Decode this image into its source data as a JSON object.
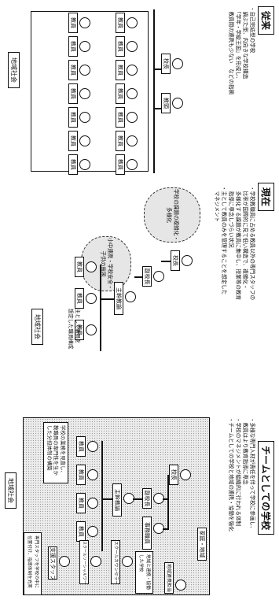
{
  "headings": {
    "past": "従来",
    "present": "現在",
    "team": "チームとしての学校"
  },
  "past": {
    "notes": [
      "・自己完結型の学校",
      "　鍋ぶた型、内向きな学校構造",
      "　「学年・学級王国」を形成し、",
      "　教員間の連携も少ない　などの指摘"
    ],
    "roles": {
      "principal": "校長",
      "vice_principal": "教頭",
      "teacher": "教員"
    },
    "community": "地域社会"
  },
  "present": {
    "notes": [
      "・学校教職員に占める教員以外の専門スタッフの",
      "　比率が国際的に見て低い構造で、複雑化・",
      "　多様化する課題が教員に集中し、授業等の教育",
      "　指導に専念しづらい状況",
      "・主として教員のみを管理することを想定した",
      "　マネジメント"
    ],
    "roles": {
      "principal": "校長",
      "vice_principal": "副校長",
      "lead_teacher": "主幹教諭",
      "teacher": "教員"
    },
    "clouds": [
      "学校の課題の複雑化・多様化",
      "小中連携・学校安全・子供の貧困"
    ],
    "under_note": [
      "主として教員を",
      "想定した職員構成"
    ],
    "community": "地域社会"
  },
  "team": {
    "notes": [
      "・多様な専門人材が責任を伴って学校に参画し、",
      "　教員はより教育指導に専念",
      "・学校のマネジメントが組織的に行われる体制",
      "・チームとしての学校と地域の連携・協働を強化"
    ],
    "header_band": "家庭・地域",
    "roles": {
      "principal": "校長",
      "vice_principal": "副校長",
      "lead_teacher": "主幹教諭",
      "office": "事務職員",
      "teacher": "教員",
      "counselor": "スクールカウンセラー",
      "social_worker": "スクールソーシャルワーカー",
      "support_staff": "支援スタッフ",
      "region_staff": "地域連携担当"
    },
    "callouts": [
      "学校の業務を見直し、教職員の専門性を生かした分担体制の構築",
      "地域と連携・協働した学校",
      "専門スタッフを学校の中に位置付け、指導体制を充実"
    ],
    "community": "地域社会"
  }
}
